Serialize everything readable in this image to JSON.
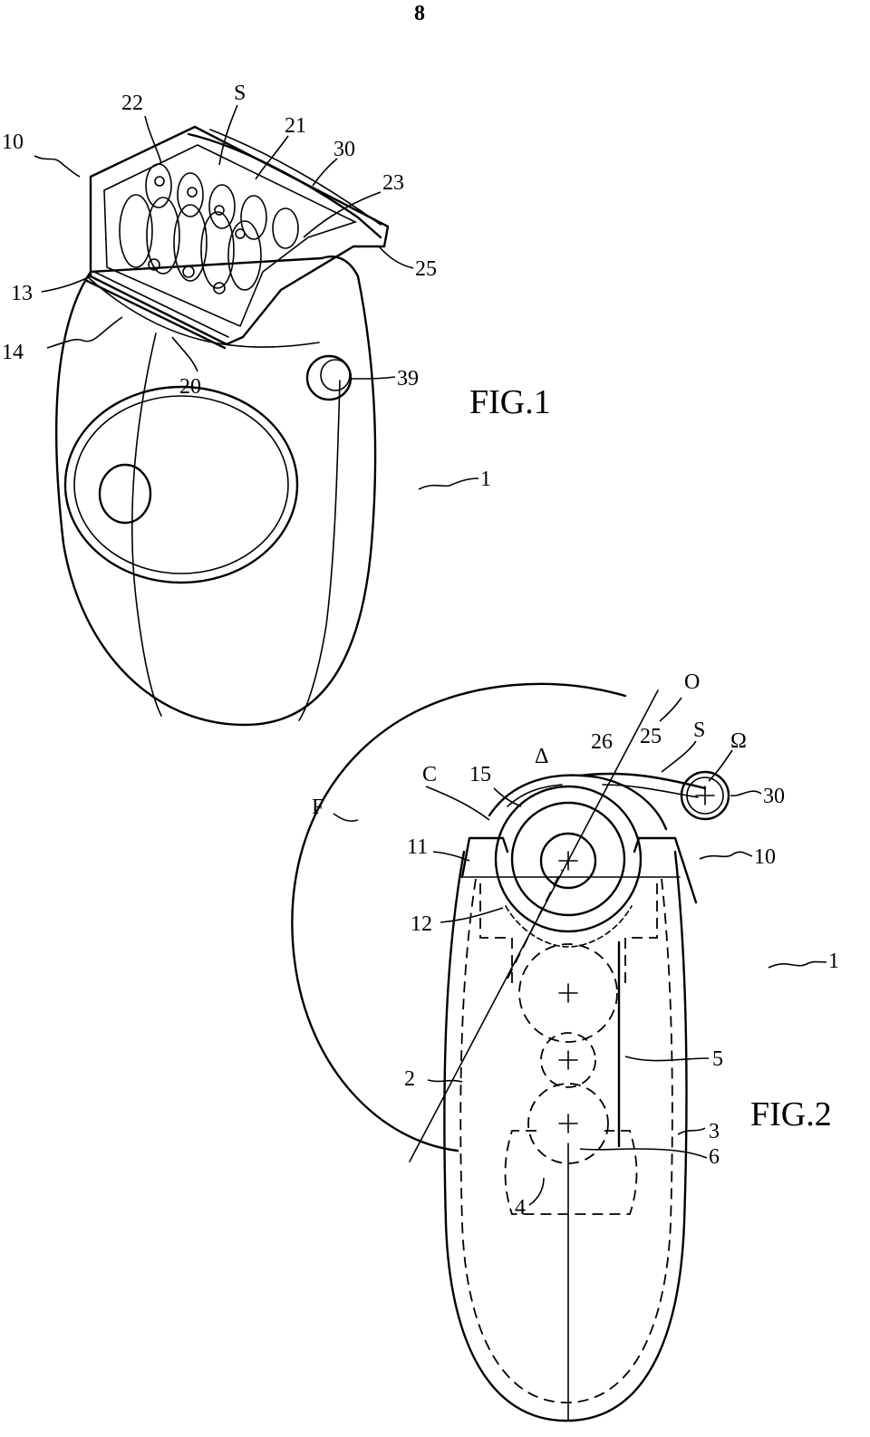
{
  "page_number": "8",
  "figures": [
    {
      "title": "FIG.1",
      "labels": [
        "10",
        "22",
        "S",
        "21",
        "30",
        "23",
        "25",
        "13",
        "14",
        "20",
        "39",
        "1"
      ]
    },
    {
      "title": "FIG.2",
      "labels": [
        "O",
        "S",
        "Ω",
        "26",
        "25",
        "Δ",
        "C",
        "15",
        "30",
        "F",
        "11",
        "10",
        "12",
        "1",
        "2",
        "5",
        "3",
        "6",
        "4"
      ]
    }
  ]
}
